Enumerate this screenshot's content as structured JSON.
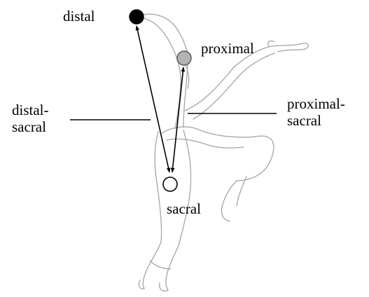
{
  "labels": {
    "distal": "distal",
    "proximal": "proximal",
    "distal_sacral_line1": "distal-",
    "distal_sacral_line2": "sacral",
    "proximal_sacral_line1": "proximal-",
    "proximal_sacral_line2": "sacral",
    "sacral": "sacral"
  },
  "markers": {
    "distal": {
      "fill": "#000000",
      "stroke": "#000000"
    },
    "proximal": {
      "fill": "#b3b3b3",
      "stroke": "#555555"
    },
    "sacral": {
      "fill": "#ffffff",
      "stroke": "#000000"
    }
  },
  "colors": {
    "animal_sketch": "#a6a6a6",
    "arrows": "#000000",
    "leader_lines": "#000000"
  },
  "icons": {
    "animal": "monkey-sketch"
  }
}
